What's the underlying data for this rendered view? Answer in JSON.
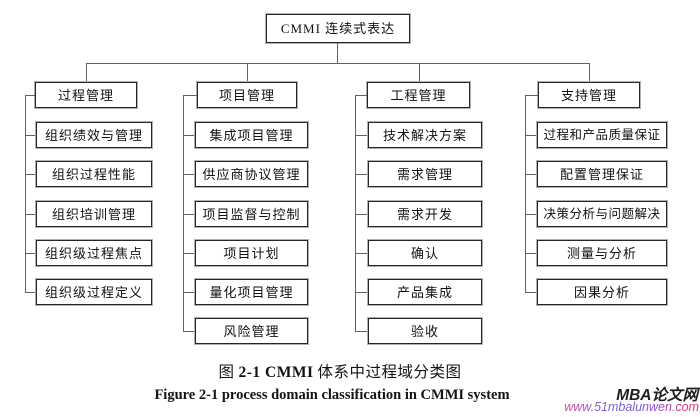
{
  "figure": {
    "root": "CMMI 连续式表达",
    "columns": [
      {
        "header": "过程管理",
        "children": [
          "组织绩效与管理",
          "组织过程性能",
          "组织培训管理",
          "组织级过程焦点",
          "组织级过程定义"
        ]
      },
      {
        "header": "项目管理",
        "children": [
          "集成项目管理",
          "供应商协议管理",
          "项目监督与控制",
          "项目计划",
          "量化项目管理",
          "风险管理"
        ]
      },
      {
        "header": "工程管理",
        "children": [
          "技术解决方案",
          "需求管理",
          "需求开发",
          "确认",
          "产品集成",
          "验收"
        ]
      },
      {
        "header": "支持管理",
        "children": [
          "过程和产品质量保证",
          "配置管理保证",
          "决策分析与问题解决",
          "测量与分析",
          "因果分析"
        ]
      }
    ],
    "caption_zh": {
      "prefix": "图",
      "bold": "2-1 CMMI",
      "suffix": "体系中过程域分类图"
    },
    "caption_en": "Figure 2-1 process domain classification in CMMI system"
  },
  "watermark": {
    "site": "MBA论文网",
    "url": "www.51mbalunwen.com"
  },
  "colors": {
    "box_border": "#262626",
    "box_border_halo": "#b0b0b0",
    "connector_line": "#636363",
    "watermark_site": "#1e1e1e",
    "watermark_url_start": "#d84a9e",
    "watermark_url_mid": "#6a5fd8",
    "watermark_url_end": "#ee2e63"
  }
}
